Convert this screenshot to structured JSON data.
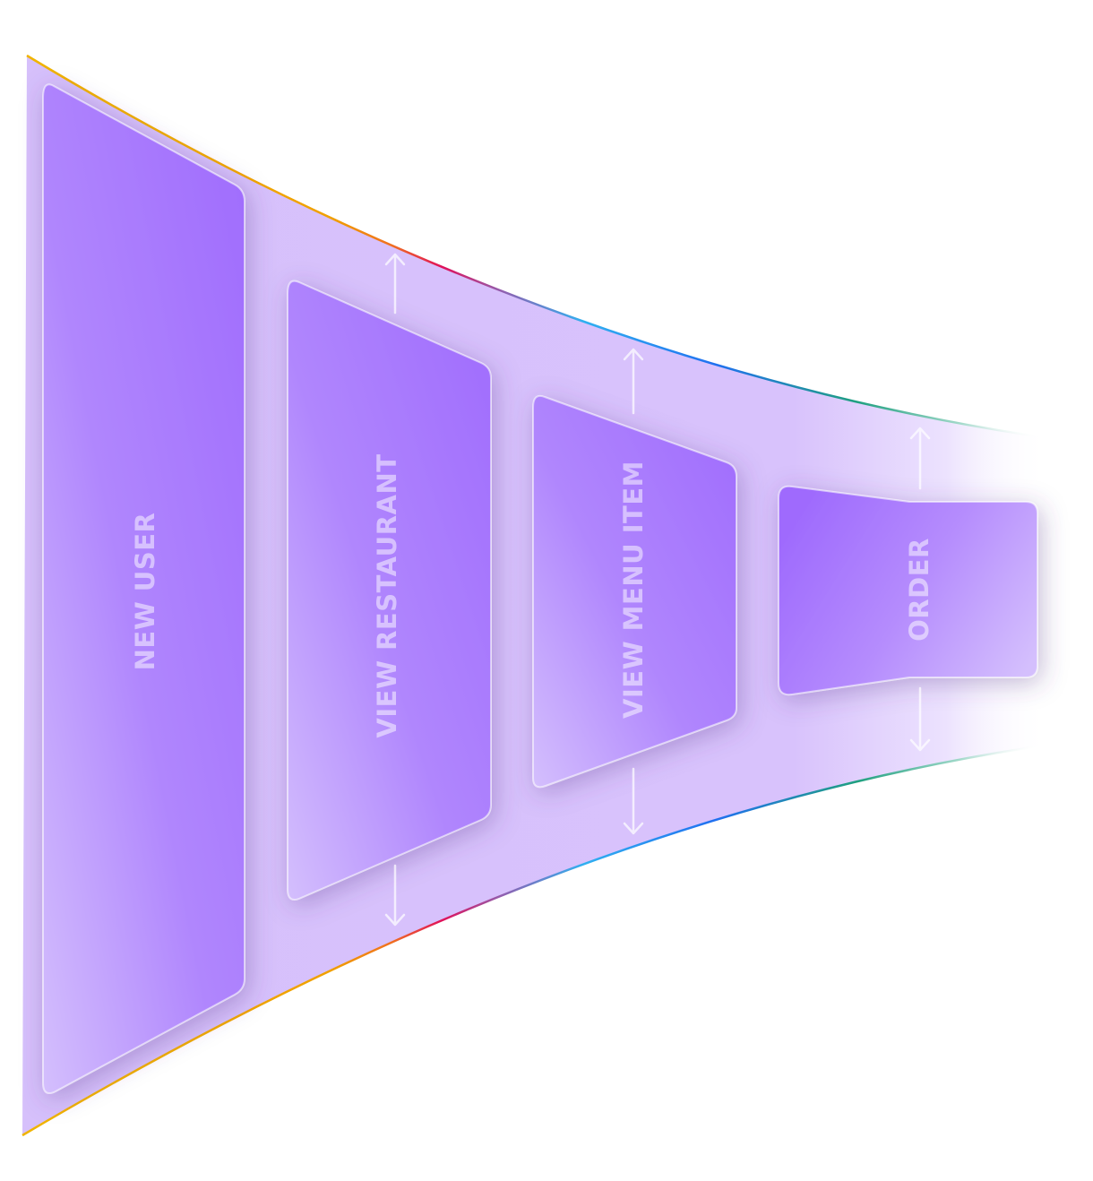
{
  "funnel": {
    "stages": [
      {
        "label": "NEW USER"
      },
      {
        "label": "VIEW RESTAURANT"
      },
      {
        "label": "VIEW MENU ITEM"
      },
      {
        "label": "ORDER"
      }
    ],
    "colors": {
      "band": "#d8c2fc",
      "stage_dark": "#9f6bfd",
      "stage_light": "#d4bffd",
      "edge_gradient": [
        "#f0b400",
        "#f08020",
        "#e0105a",
        "#9060b0",
        "#30b0f0",
        "#2070f0",
        "#20a080"
      ]
    }
  }
}
